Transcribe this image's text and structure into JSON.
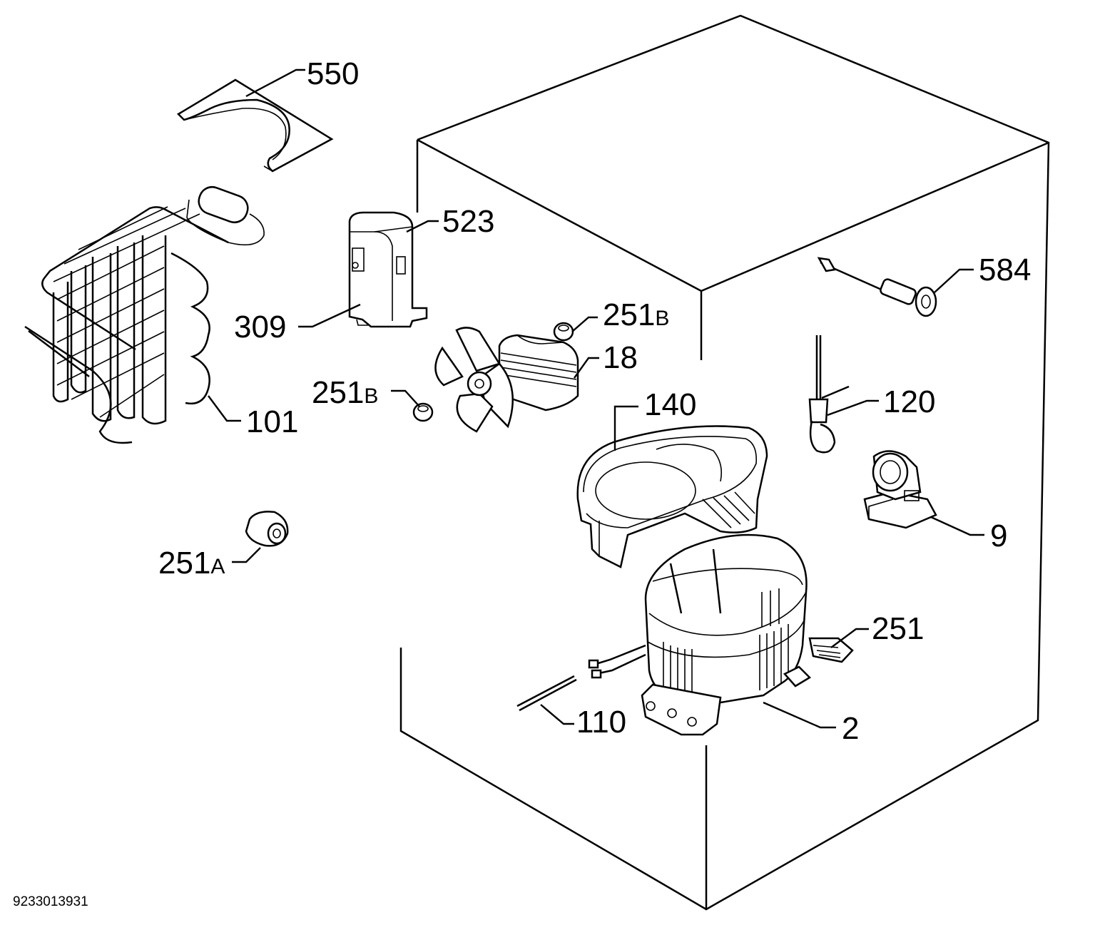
{
  "diagram": {
    "document_number": "9233013931",
    "parts": [
      {
        "id": "p550",
        "number": "550",
        "suffix": ""
      },
      {
        "id": "p523",
        "number": "523",
        "suffix": ""
      },
      {
        "id": "p309",
        "number": "309",
        "suffix": ""
      },
      {
        "id": "p584",
        "number": "584",
        "suffix": ""
      },
      {
        "id": "p251b1",
        "number": "251",
        "suffix": "B"
      },
      {
        "id": "p18",
        "number": "18",
        "suffix": ""
      },
      {
        "id": "p251b2",
        "number": "251",
        "suffix": "B"
      },
      {
        "id": "p101",
        "number": "101",
        "suffix": ""
      },
      {
        "id": "p140",
        "number": "140",
        "suffix": ""
      },
      {
        "id": "p120",
        "number": "120",
        "suffix": ""
      },
      {
        "id": "p9",
        "number": "9",
        "suffix": ""
      },
      {
        "id": "p251a",
        "number": "251",
        "suffix": "A"
      },
      {
        "id": "p251",
        "number": "251",
        "suffix": ""
      },
      {
        "id": "p110",
        "number": "110",
        "suffix": ""
      },
      {
        "id": "p2",
        "number": "2",
        "suffix": ""
      }
    ]
  }
}
